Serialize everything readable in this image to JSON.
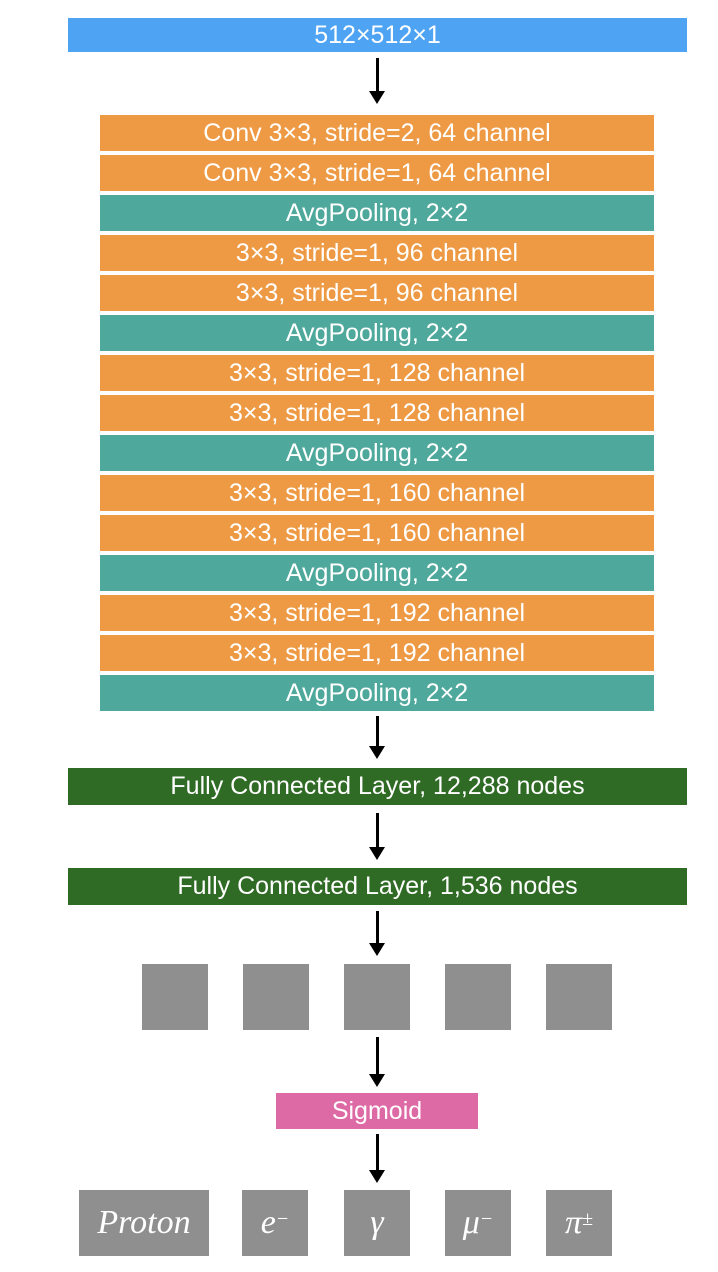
{
  "input": "512×512×1",
  "layers": [
    {
      "label": "Conv 3×3, stride=2, 64 channel",
      "kind": "conv"
    },
    {
      "label": "Conv 3×3, stride=1, 64 channel",
      "kind": "conv"
    },
    {
      "label": "AvgPooling, 2×2",
      "kind": "pool"
    },
    {
      "label": "3×3, stride=1, 96 channel",
      "kind": "conv"
    },
    {
      "label": "3×3, stride=1, 96 channel",
      "kind": "conv"
    },
    {
      "label": "AvgPooling, 2×2",
      "kind": "pool"
    },
    {
      "label": "3×3, stride=1, 128 channel",
      "kind": "conv"
    },
    {
      "label": "3×3, stride=1, 128 channel",
      "kind": "conv"
    },
    {
      "label": "AvgPooling, 2×2",
      "kind": "pool"
    },
    {
      "label": "3×3, stride=1, 160 channel",
      "kind": "conv"
    },
    {
      "label": "3×3, stride=1, 160 channel",
      "kind": "conv"
    },
    {
      "label": "AvgPooling, 2×2",
      "kind": "pool"
    },
    {
      "label": "3×3, stride=1, 192 channel",
      "kind": "conv"
    },
    {
      "label": "3×3, stride=1, 192 channel",
      "kind": "conv"
    },
    {
      "label": "AvgPooling, 2×2",
      "kind": "pool"
    }
  ],
  "fc1": "Fully Connected Layer, 12,288 nodes",
  "fc2": "Fully Connected Layer, 1,536 nodes",
  "activation": "Sigmoid",
  "outputs": [
    {
      "base": "Proton",
      "sup": ""
    },
    {
      "base": "e",
      "sup": "−"
    },
    {
      "base": "γ",
      "sup": ""
    },
    {
      "base": "μ",
      "sup": "−"
    },
    {
      "base": "π",
      "sup": "±"
    }
  ],
  "colors": {
    "input": "#4ea3f3",
    "conv": "#ee9a44",
    "pool": "#4fa89c",
    "fully_connected": "#2f6b25",
    "node": "#8f8f8f",
    "sigmoid": "#de6aa5"
  }
}
